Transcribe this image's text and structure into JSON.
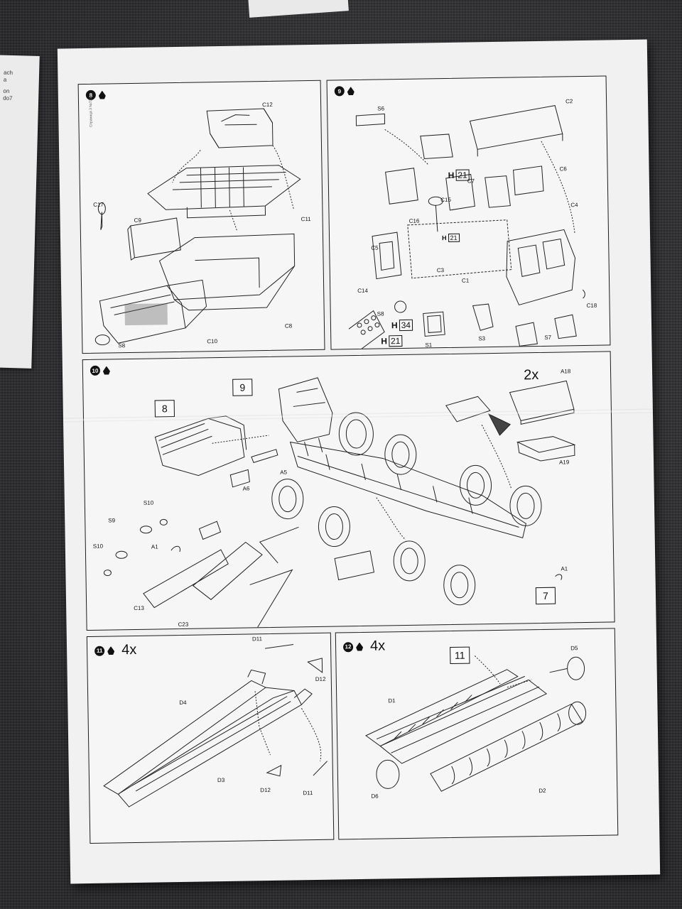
{
  "panels": {
    "step8": {
      "badge": "8",
      "sidetext": "Страница 3 №7330",
      "labels": [
        "C12",
        "C17",
        "C9",
        "C11",
        "C8",
        "S8",
        "C10"
      ]
    },
    "step9": {
      "badge": "9",
      "labels": [
        "S6",
        "C2",
        "C6",
        "C4",
        "C15",
        "C7",
        "C16",
        "C5",
        "C14",
        "C3",
        "C1",
        "S8",
        "C18",
        "S1",
        "S3",
        "S7"
      ],
      "hrefs": [
        {
          "prefix": "H",
          "num": "21"
        },
        {
          "prefix": "H",
          "num": "34"
        },
        {
          "prefix": "H",
          "num": "21"
        },
        {
          "prefix": "H",
          "num": "21"
        }
      ]
    },
    "step10": {
      "badge": "10",
      "multiplier": "2x",
      "box_refs": [
        "9",
        "8",
        "7"
      ],
      "labels": [
        "A18",
        "A19",
        "A5",
        "A6",
        "S10",
        "S9",
        "A1",
        "S10",
        "C13",
        "C23",
        "A1"
      ]
    },
    "step11": {
      "badge": "11",
      "multiplier": "4x",
      "labels": [
        "D11",
        "D12",
        "D4",
        "D3",
        "D12",
        "D11"
      ]
    },
    "step12": {
      "badge": "12",
      "multiplier": "4x",
      "box_ref": "11",
      "labels": [
        "D5",
        "D1",
        "D2",
        "D6"
      ]
    }
  },
  "scrap_left_text": [
    "ach",
    "a",
    "on",
    "do7"
  ]
}
